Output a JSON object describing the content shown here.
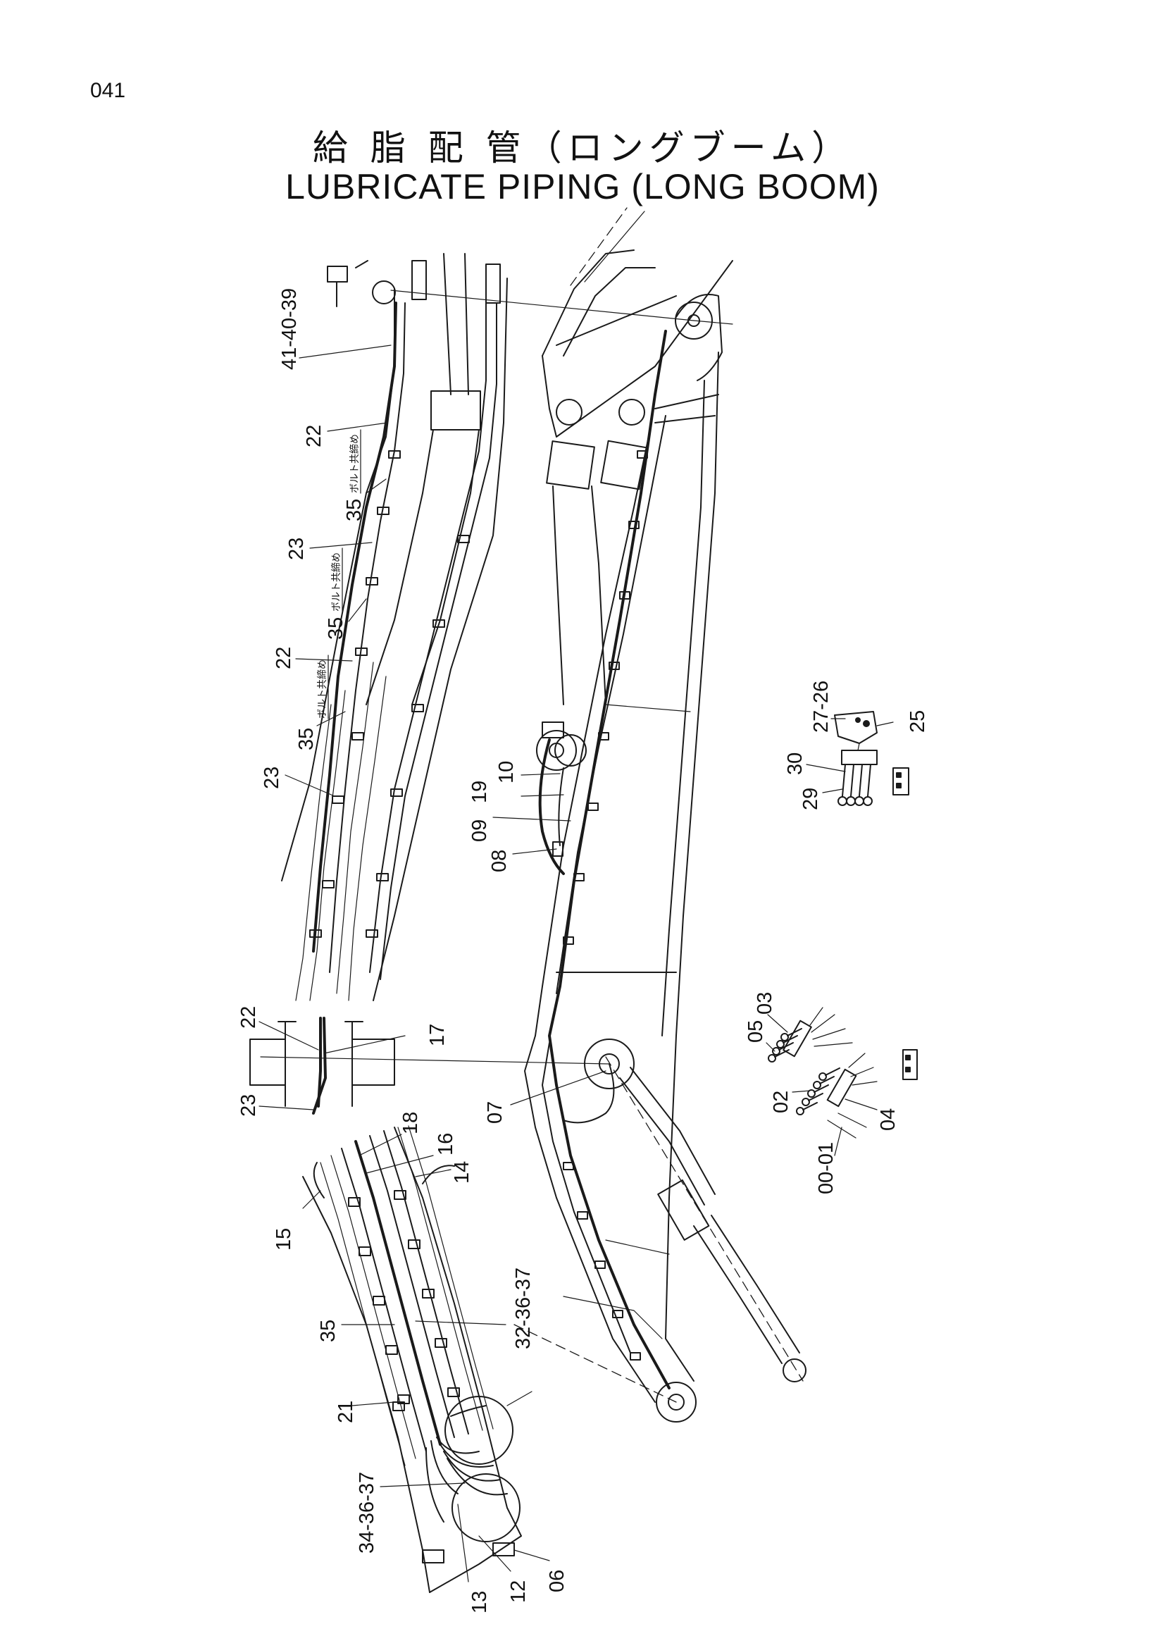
{
  "page": {
    "number": "041",
    "title_jp": "給 脂 配 管（ロングブーム）",
    "title_en": "LUBRICATE  PIPING (LONG  BOOM)"
  },
  "callouts": {
    "c41_40_39": "41-40-39",
    "c22_a": "22",
    "c35_a": "35",
    "c23_a": "23",
    "c35_b": "35",
    "c22_b": "22",
    "c35_c": "35",
    "c23_b": "23",
    "c22_c": "22",
    "c17": "17",
    "c23_c": "23",
    "c18": "18",
    "c16": "16",
    "c14": "14",
    "c15": "15",
    "c35_d": "35",
    "c32_36_37": "32-36-37",
    "c21": "21",
    "c34_36_37": "34-36-37",
    "c13": "13",
    "c12": "12",
    "c06": "06",
    "c10": "10",
    "c19": "19",
    "c09": "09",
    "c08": "08",
    "c07": "07",
    "c27_26": "27-26",
    "c25": "25",
    "c30": "30",
    "c29": "29",
    "c03": "03",
    "c05": "05",
    "c02": "02",
    "c04": "04",
    "c00_01": "00-01"
  },
  "notes": {
    "bolt_fastening": "ボルト共締め"
  }
}
